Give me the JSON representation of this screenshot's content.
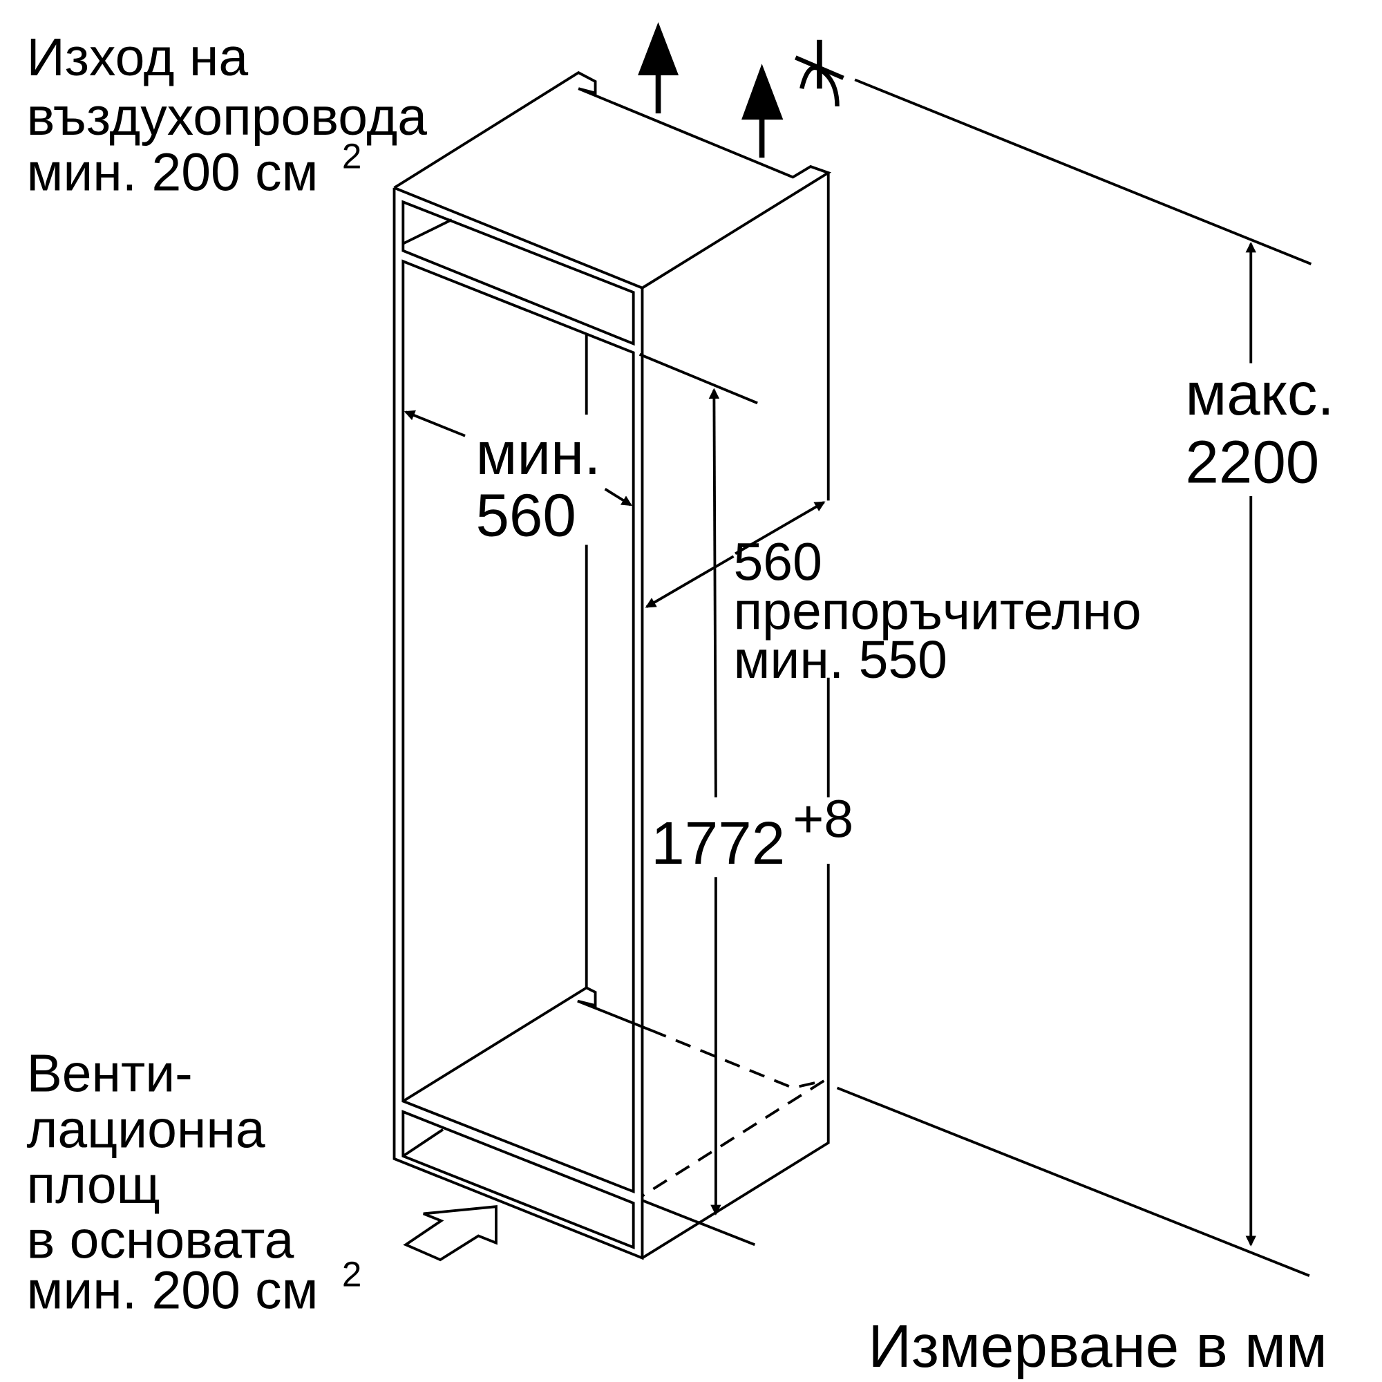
{
  "air_outlet": {
    "line1": "Изход на",
    "line2": "въздухопровода",
    "line3": "мин. 200 см",
    "sup": "2"
  },
  "min_width": {
    "line1": "мин.",
    "line2": "560"
  },
  "depth": {
    "line1": "560",
    "line2": "препоръчително",
    "line3": "мин. 550"
  },
  "max_height": {
    "line1": "макс.",
    "line2": "2200"
  },
  "niche_height": {
    "value": "1772",
    "tolerance": "+8"
  },
  "base_vent": {
    "line1": "Венти-",
    "line2": "лационна",
    "line3": "площ",
    "line4": "в основата",
    "line5": "мин. 200 см",
    "sup": "2"
  },
  "units_note": "Измерване в мм",
  "icons": [
    "airflow-up-arrow-icon",
    "airflow-up-arrow-icon",
    "break-symbol-icon",
    "airflow-in-arrow-icon"
  ],
  "colors": {
    "line": "#000000",
    "background": "#ffffff"
  }
}
